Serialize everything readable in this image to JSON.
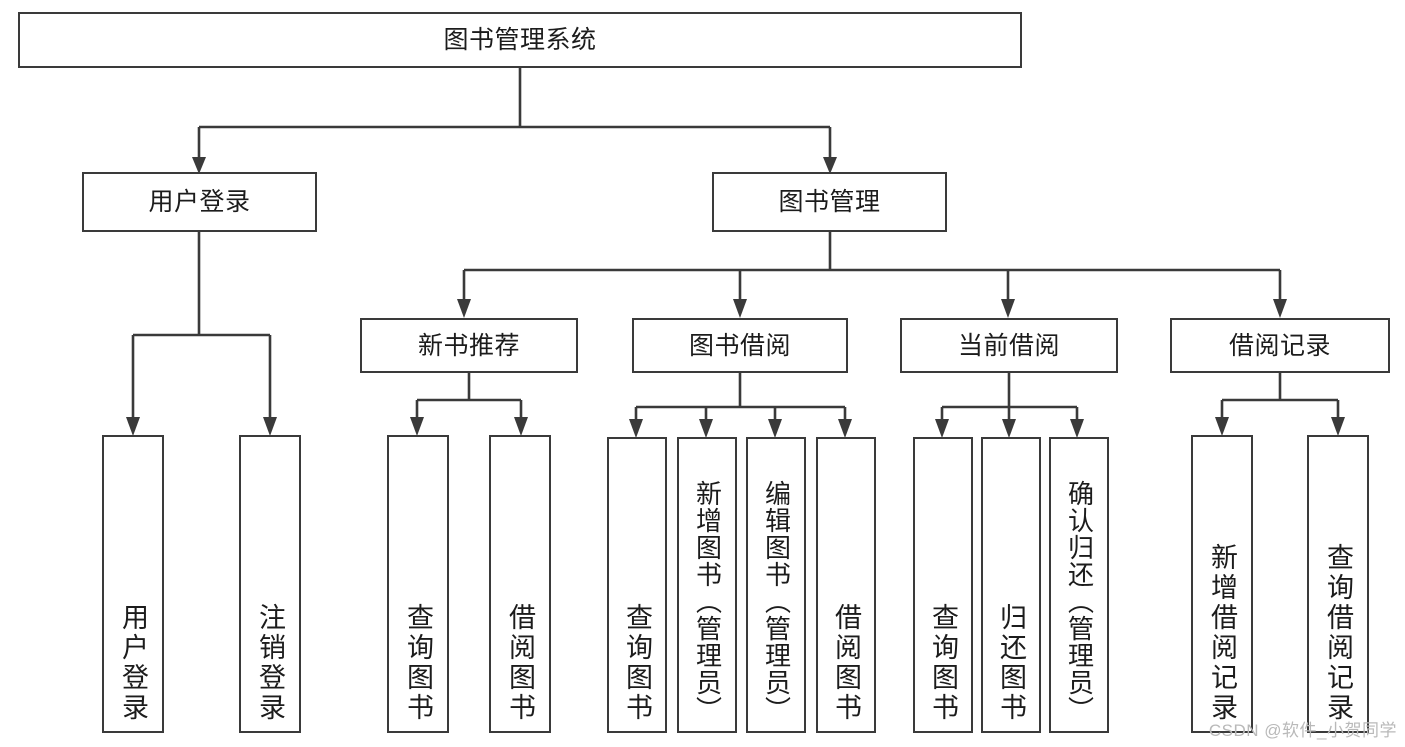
{
  "diagram": {
    "title": "图书管理系统",
    "type": "tree",
    "watermark": "CSDN @软件_小贺同学",
    "accent_color": "#3a3a3a",
    "background_color": "#ffffff",
    "root": {
      "label": "图书管理系统"
    },
    "level2": [
      {
        "label": "用户登录"
      },
      {
        "label": "图书管理"
      }
    ],
    "level3": [
      {
        "label": "新书推荐"
      },
      {
        "label": "图书借阅"
      },
      {
        "label": "当前借阅"
      },
      {
        "label": "借阅记录"
      }
    ],
    "leaves": {
      "user_login": [
        {
          "label": "用户登录"
        },
        {
          "label": "注销登录"
        }
      ],
      "new_book_recommend": [
        {
          "label": "查询图书"
        },
        {
          "label": "借阅图书"
        }
      ],
      "book_borrow": [
        {
          "label": "查询图书"
        },
        {
          "label": "新增图书（管理员）"
        },
        {
          "label": "编辑图书（管理员）"
        },
        {
          "label": "借阅图书"
        }
      ],
      "current_borrow": [
        {
          "label": "查询图书"
        },
        {
          "label": "归还图书"
        },
        {
          "label": "确认归还（管理员）"
        }
      ],
      "borrow_record": [
        {
          "label": "新增借阅记录"
        },
        {
          "label": "查询借阅记录"
        }
      ]
    }
  }
}
